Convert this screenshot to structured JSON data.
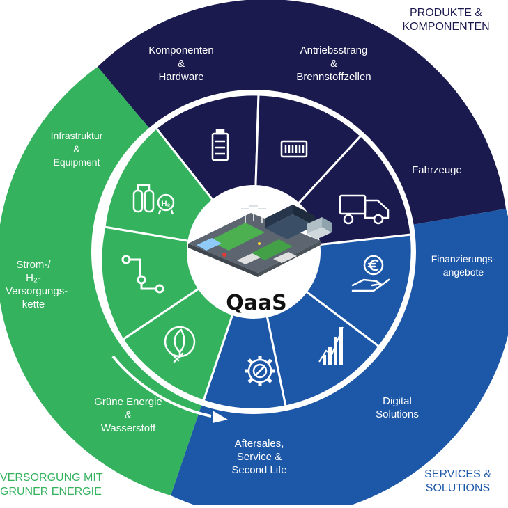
{
  "center": {
    "title": "QaaS"
  },
  "corners": {
    "top_right": "PRODUKTE &\nKOMPONENTEN",
    "bottom_right": "SERVICES &\nSOLUTIONS",
    "bottom_left": "VERSORGUNG MIT\nGRÜNER ENERGIE"
  },
  "segments": [
    {
      "label": "Komponenten\n&\nHardware",
      "icon": "battery-icon"
    },
    {
      "label": "Antriebsstrang\n&\nBrennstoffzellen",
      "icon": "fuel-cell-icon"
    },
    {
      "label": "Fahrzeuge",
      "icon": "truck-icon"
    },
    {
      "label": "Finanzierungs-\nangebote",
      "icon": "euro-hand-icon"
    },
    {
      "label": "Digital\nSolutions",
      "icon": "bar-chart-icon"
    },
    {
      "label": "Aftersales,\nService &\nSecond Life",
      "icon": "gear-wrench-icon"
    },
    {
      "label": "Grüne Energie\n&\nWasserstoff",
      "icon": "green-plug-icon"
    },
    {
      "label": "Strom-/\nH₂-\nVersorgungs-\nkette",
      "icon": "supply-chain-icon"
    },
    {
      "label": "Infrastruktur\n&\nEquipment",
      "icon": "hydrogen-tank-icon"
    }
  ],
  "colors": {
    "products": "#1b1a4e",
    "services": "#1c57a8",
    "energy": "#34b25e",
    "divider": "#ffffff"
  }
}
